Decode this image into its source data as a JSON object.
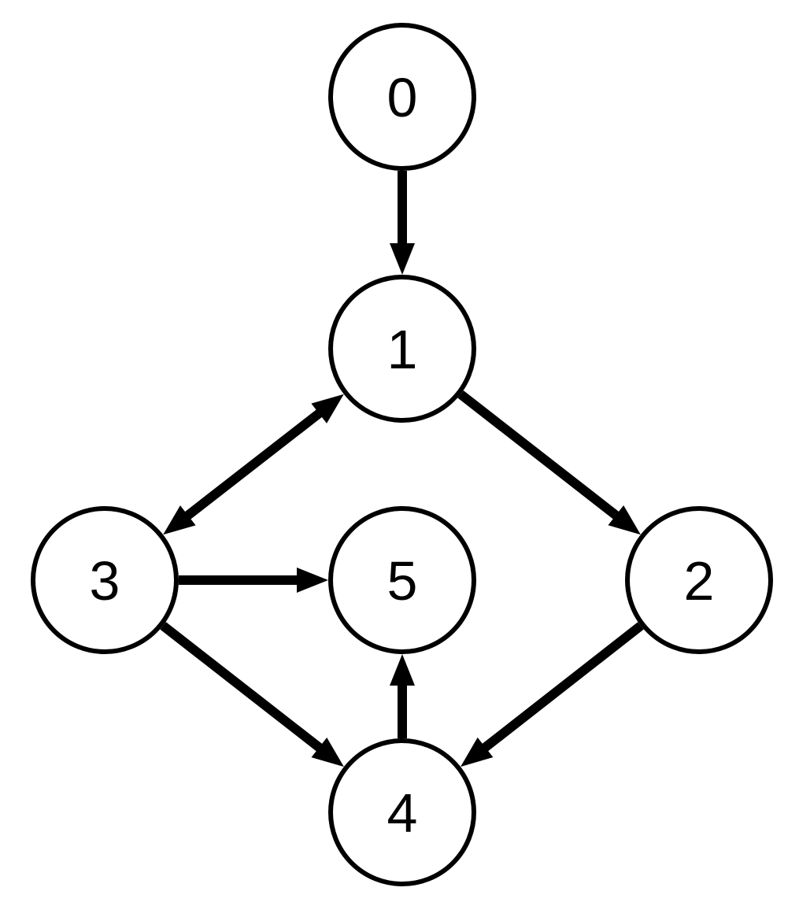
{
  "nodes": [
    {
      "id": "0",
      "label": "0"
    },
    {
      "id": "1",
      "label": "1"
    },
    {
      "id": "2",
      "label": "2"
    },
    {
      "id": "3",
      "label": "3"
    },
    {
      "id": "4",
      "label": "4"
    },
    {
      "id": "5",
      "label": "5"
    }
  ],
  "edges": [
    {
      "from": "0",
      "to": "1",
      "bidirectional": false
    },
    {
      "from": "1",
      "to": "2",
      "bidirectional": false
    },
    {
      "from": "1",
      "to": "3",
      "bidirectional": true
    },
    {
      "from": "3",
      "to": "5",
      "bidirectional": false
    },
    {
      "from": "3",
      "to": "4",
      "bidirectional": false
    },
    {
      "from": "2",
      "to": "4",
      "bidirectional": false
    },
    {
      "from": "4",
      "to": "5",
      "bidirectional": false
    }
  ],
  "colors": {
    "stroke": "#000000",
    "fill": "#ffffff"
  }
}
